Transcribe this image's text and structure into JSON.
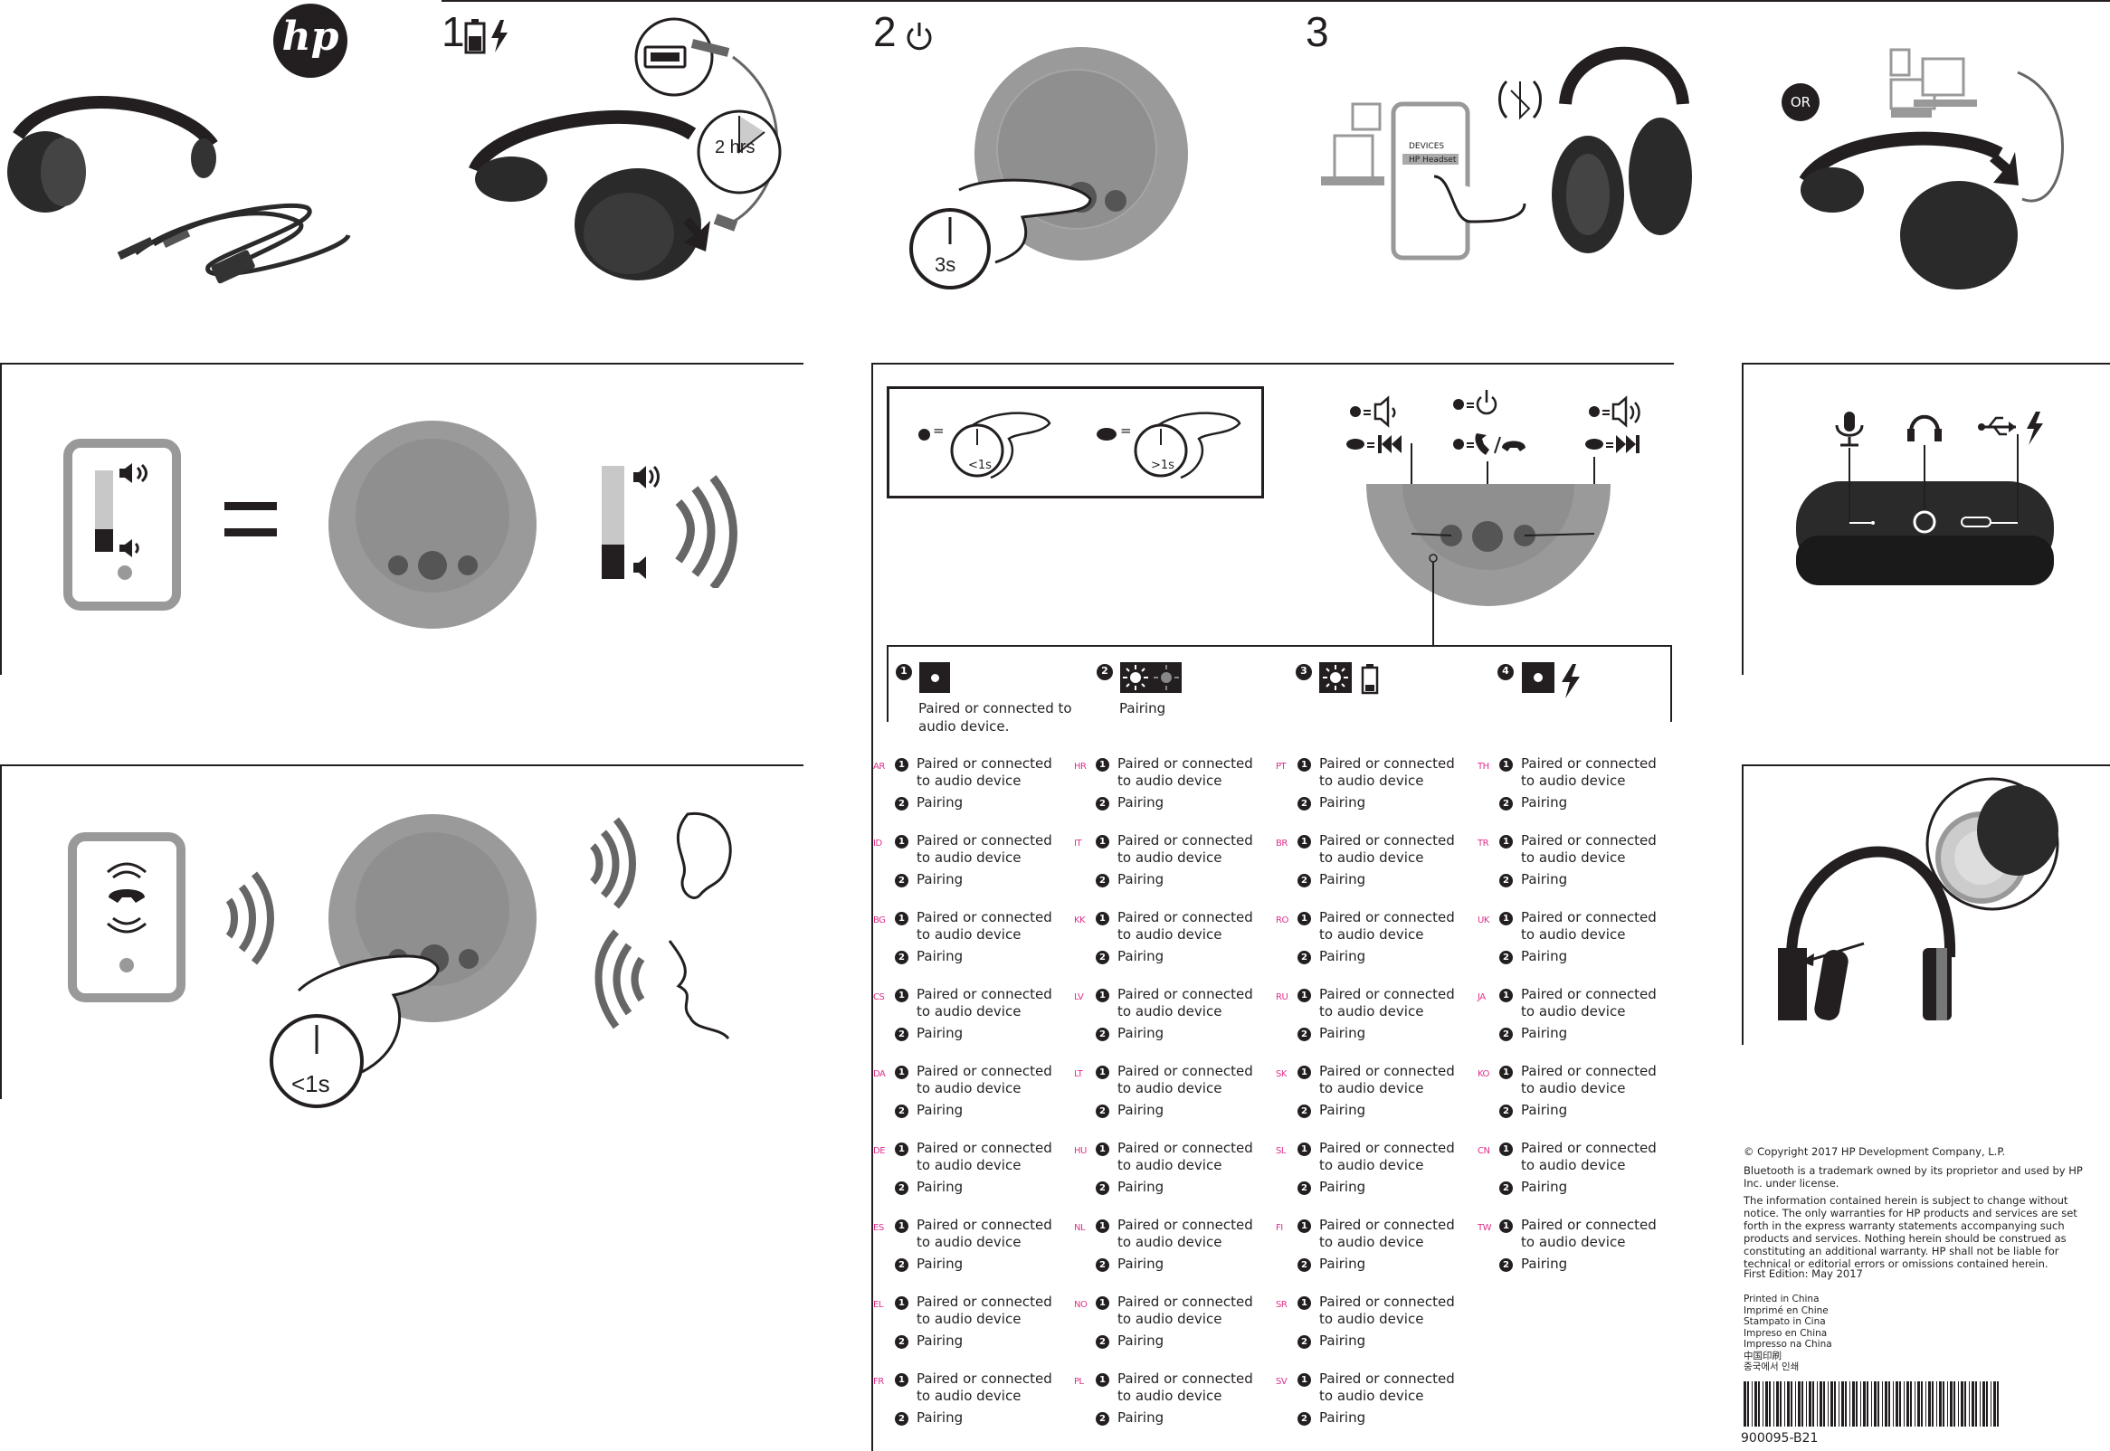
{
  "brand": {
    "logo_text": "hp"
  },
  "steps": {
    "s1": "1",
    "s2": "2",
    "s3": "3",
    "or_label": "OR"
  },
  "step1": {
    "charge_time": "2 hrs"
  },
  "step2": {
    "hold_time": "3s"
  },
  "step3": {
    "devices_title": "DEVICES",
    "device_name": "HP Headset"
  },
  "press_legend": {
    "short": "<1s",
    "long": ">1s",
    "eq": "="
  },
  "call_panel": {
    "press_time": "<1s"
  },
  "led_legend": [
    {
      "num": "1",
      "text": "Paired or connected to audio device."
    },
    {
      "num": "2",
      "text": "Pairing"
    },
    {
      "num": "3",
      "text": ""
    },
    {
      "num": "4",
      "text": ""
    }
  ],
  "translations": {
    "line1": "Paired or connected to audio device",
    "line2": "Pairing",
    "columns": [
      [
        "AR",
        "ID",
        "BG",
        "CS",
        "DA",
        "DE",
        "ES",
        "EL",
        "FR"
      ],
      [
        "HR",
        "IT",
        "KK",
        "LV",
        "LT",
        "HU",
        "NL",
        "NO",
        "PL"
      ],
      [
        "PT",
        "BR",
        "RO",
        "RU",
        "SK",
        "SL",
        "FI",
        "SR",
        "SV"
      ],
      [
        "TH",
        "TR",
        "UK",
        "JA",
        "KO",
        "CN",
        "TW"
      ]
    ]
  },
  "legal": {
    "copyright": "© Copyright 2017 HP Development Company, L.P.",
    "bluetooth": "Bluetooth is a trademark owned by its proprietor and used by HP Inc. under license.",
    "warranty": "The information contained herein is subject to change without notice. The only warranties for HP products and services are set forth in the express warranty statements accompanying such products and services. Nothing herein should be construed as constituting an additional warranty. HP shall not be liable for technical or editorial errors or omissions contained herein.",
    "edition": "First Edition: May 2017",
    "printed": [
      "Printed in China",
      "Imprimé en Chine",
      "Stampato in Cina",
      "Impreso en China",
      "Impresso na China",
      "中国印刷",
      "중국에서 인쇄"
    ],
    "part_number": "900095-B21"
  },
  "colors": {
    "ink": "#231f20",
    "gray": "#8c8c8c",
    "light": "#c8c8c8",
    "code": "#e0308c"
  }
}
